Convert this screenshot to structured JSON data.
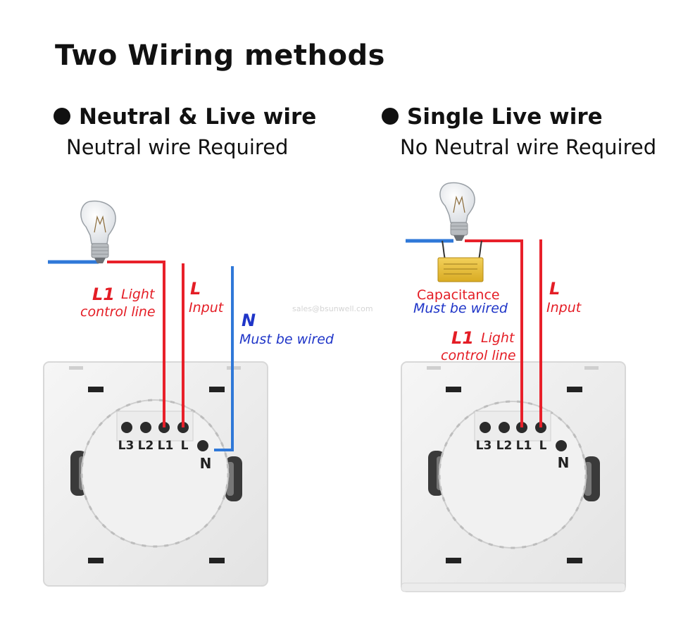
{
  "title": "Two Wiring methods",
  "watermark": "sales@bsunwell.com",
  "left": {
    "heading": "Neutral & Live wire",
    "subheading": "Neutral wire Required",
    "labels": {
      "l1_code": "L1",
      "l1_text1": "Light",
      "l1_text2": "control line",
      "l_code": "L",
      "l_text": "Input",
      "n_code": "N",
      "n_text": "Must be wired"
    },
    "terminals": [
      "L3",
      "L2",
      "L1",
      "L"
    ],
    "n_terminal": "N"
  },
  "right": {
    "heading": "Single Live wire",
    "subheading": "No Neutral wire Required",
    "labels": {
      "cap_text": "Capacitance",
      "cap_note": "Must be wired",
      "l_code": "L",
      "l_text": "Input",
      "l1_code": "L1",
      "l1_text1": "Light",
      "l1_text2": "control line"
    },
    "terminals": [
      "L3",
      "L2",
      "L1",
      "L"
    ],
    "n_terminal": "N"
  },
  "colors": {
    "live": "#e8202a",
    "neutral": "#2f78d8",
    "label_red": "#e41d25",
    "label_blue": "#1f35c8"
  }
}
